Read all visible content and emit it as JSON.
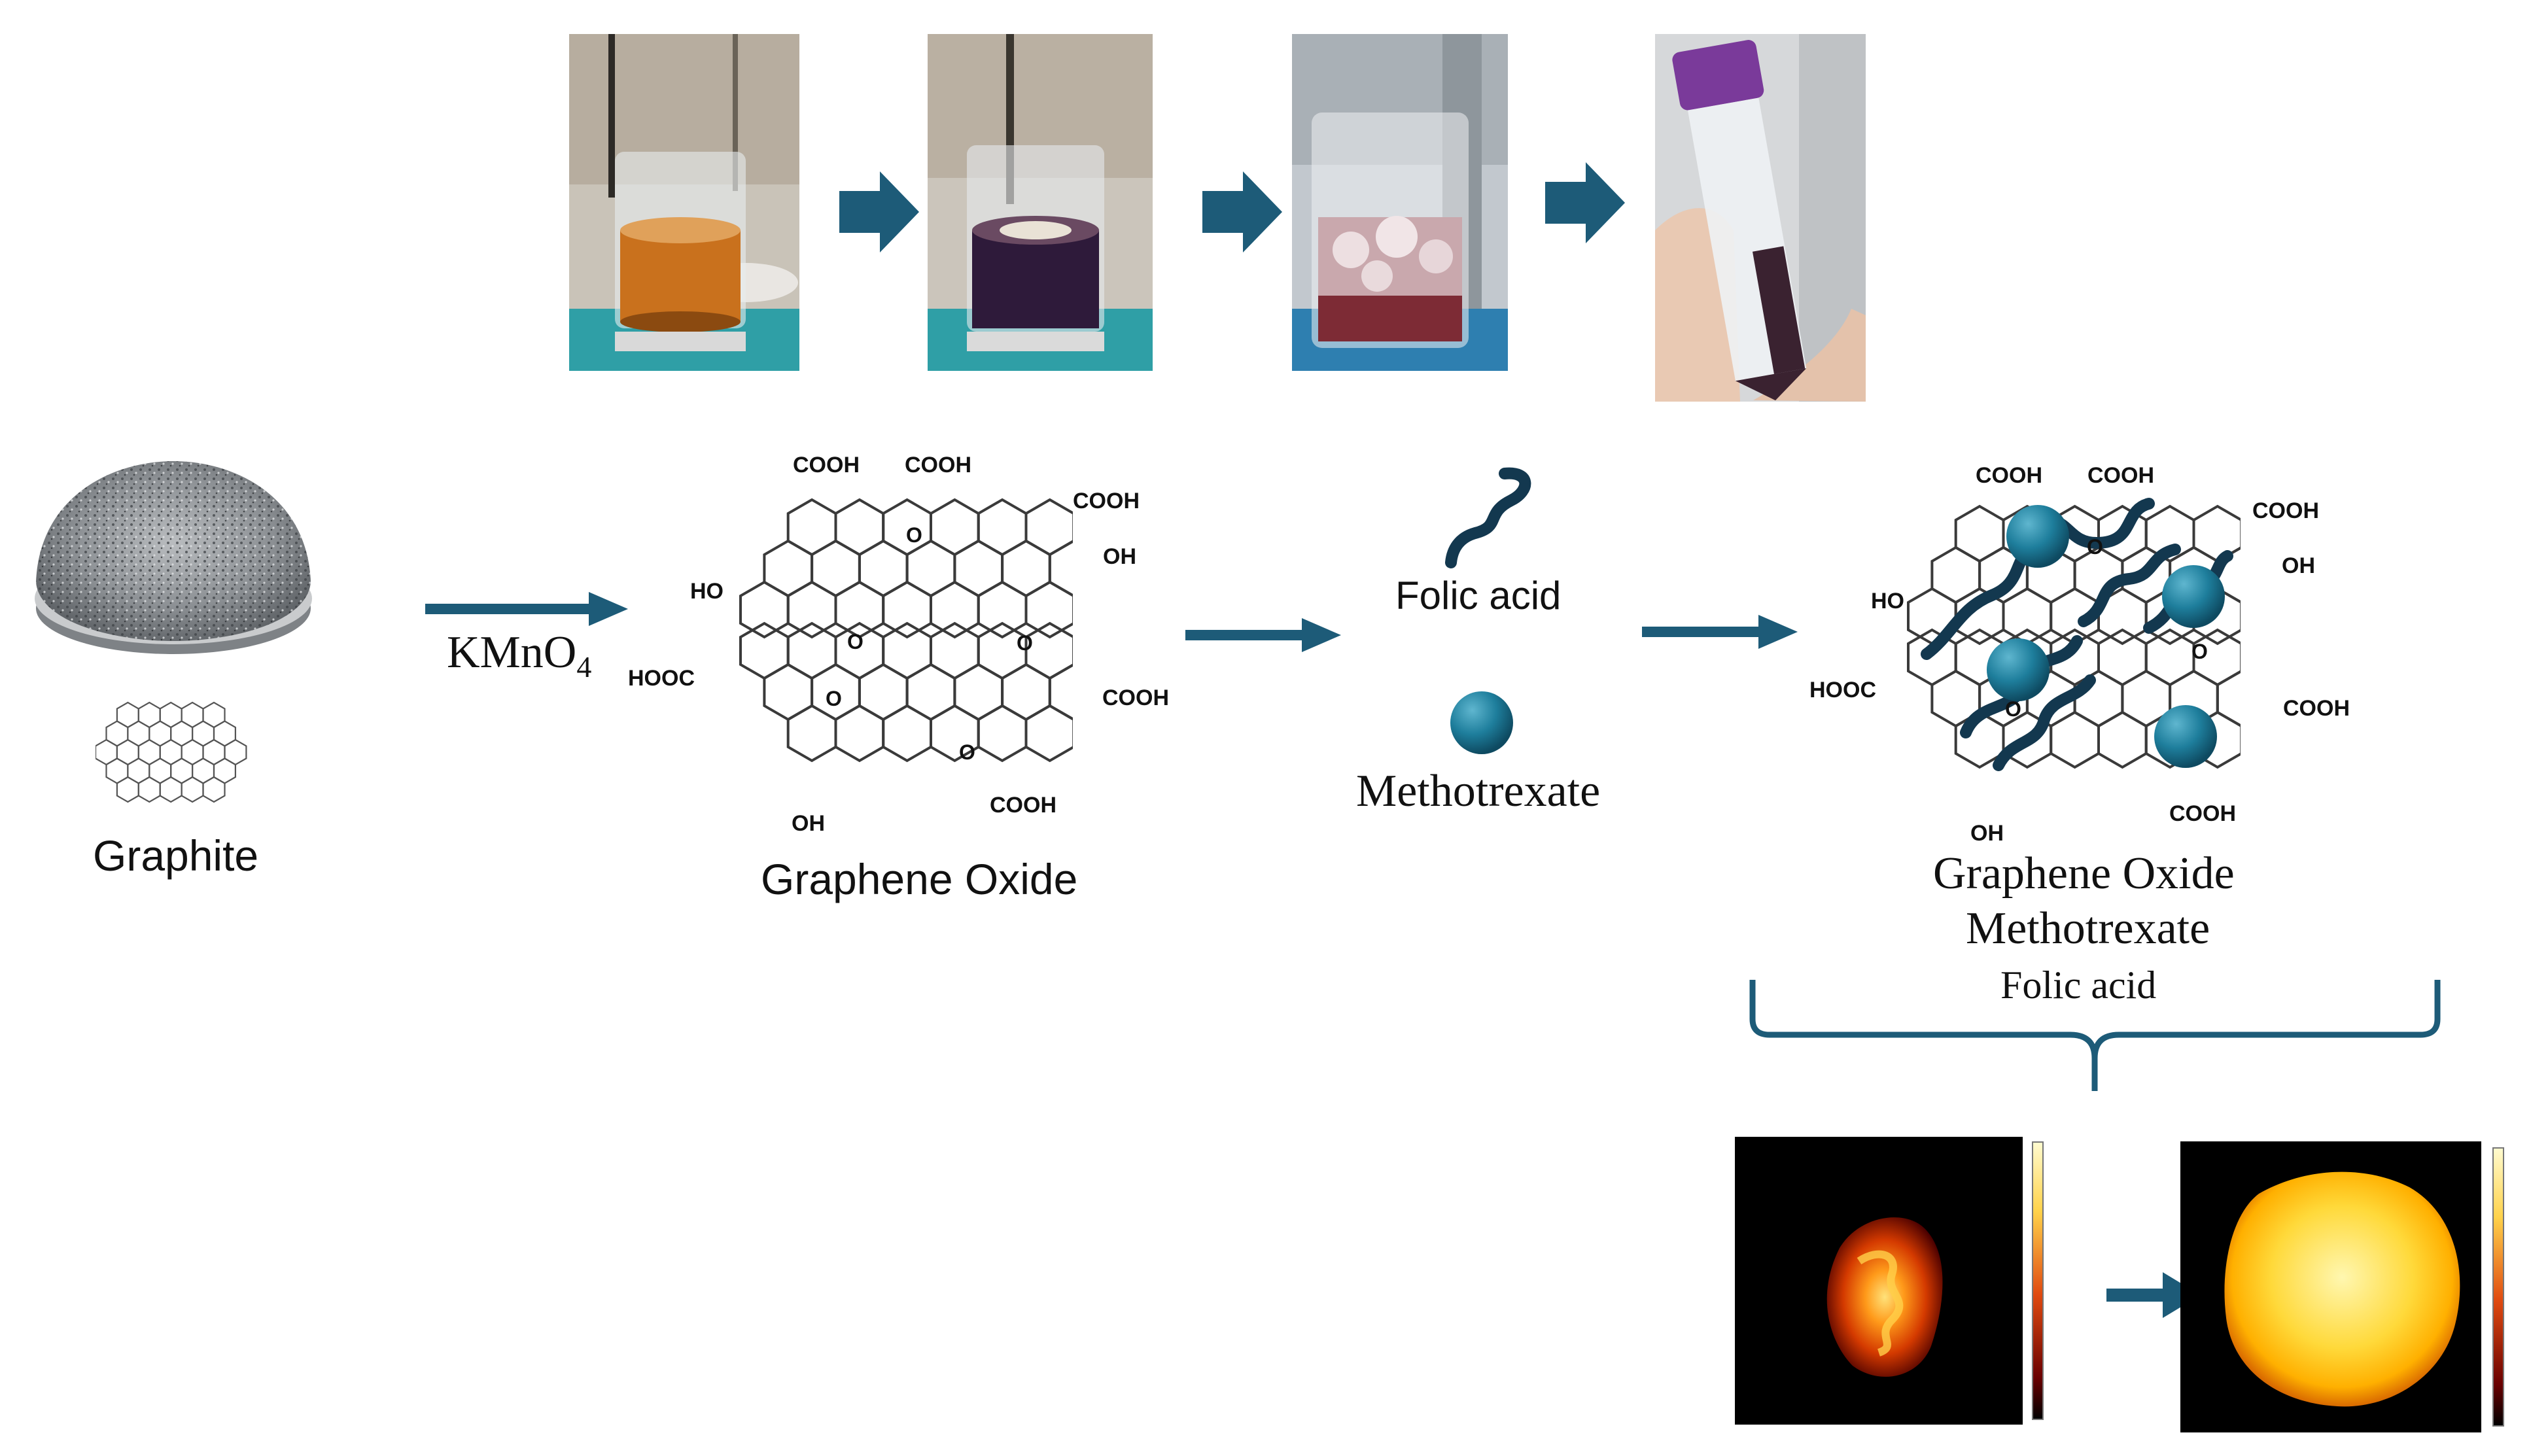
{
  "colors": {
    "arrow": "#1d5b78",
    "molecule_dark": "#13384f",
    "sphere": "#1e7e9c",
    "bracket": "#1d5b78"
  },
  "labels": {
    "graphite": "Graphite",
    "reagent_main": "KMnO",
    "reagent_sub": "4",
    "graphene_oxide": "Graphene Oxide",
    "folic_acid": "Folic acid",
    "methotrexate": "Methotrexate",
    "product_line1": "Graphene Oxide",
    "product_line2": "Methotrexate",
    "product_line3": "Folic acid"
  },
  "groups": {
    "cooh": "COOH",
    "hooc": "HOOC",
    "oh": "OH",
    "ho": "HO",
    "o": "O"
  },
  "icons": {
    "process_arrow": "chevron-arrow-icon",
    "reaction_arrow": "right-arrow-icon",
    "folic_acid": "squiggle-icon",
    "methotrexate": "sphere-icon",
    "graphite_lattice": "hexagon-lattice-icon"
  }
}
